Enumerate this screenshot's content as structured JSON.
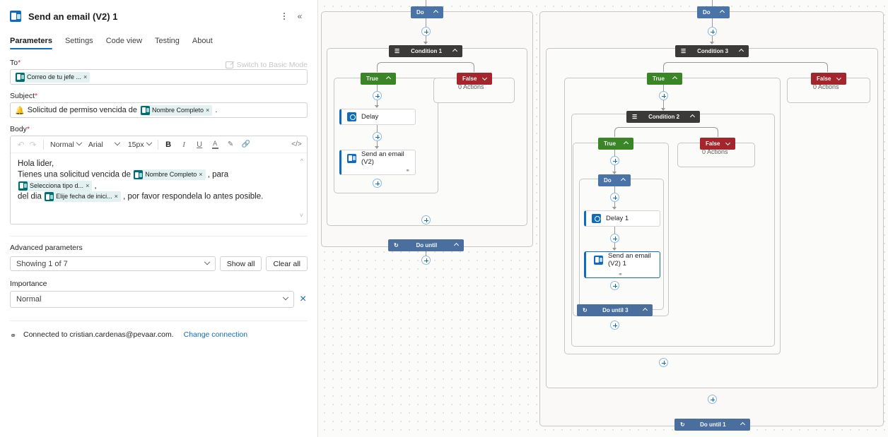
{
  "panel": {
    "icon": "outlook-icon",
    "title": "Send an email (V2) 1",
    "more_menu": "more-options",
    "collapse": "collapse-panel",
    "tabs": [
      {
        "label": "Parameters",
        "active": true
      },
      {
        "label": "Settings",
        "active": false
      },
      {
        "label": "Code view",
        "active": false
      },
      {
        "label": "Testing",
        "active": false
      },
      {
        "label": "About",
        "active": false
      }
    ],
    "switch_mode": "Switch to Basic Mode",
    "fields": {
      "to": {
        "label": "To",
        "required": "*",
        "token": "Correo de tu jefe ...",
        "token_remove": "×"
      },
      "subject": {
        "label": "Subject",
        "required": "*",
        "emoji": "🔔",
        "text_before": "Solicitud de permiso vencida de",
        "token": "Nombre Completo",
        "token_remove": "×",
        "text_after": "."
      },
      "body": {
        "label": "Body",
        "required": "*",
        "toolbar": {
          "undo": "undo-icon",
          "redo": "redo-icon",
          "style": "Normal",
          "font": "Arial",
          "size": "15px",
          "bold": "B",
          "italic": "I",
          "underline": "U",
          "font_color": "A",
          "highlight": "highlight-icon",
          "link": "link-icon",
          "code": "</>"
        },
        "line1": "Hola lider,",
        "line2_a": "Tienes una solicitud vencida de",
        "line2_tok1": "Nombre Completo",
        "line2_b": ", para",
        "line2_tok2": "Selecciona tipo d...",
        "line2_c": ",",
        "line3_a": "del dia",
        "line3_tok": "Elije fecha de inici...",
        "line3_b": ", por favor respondela lo antes posible.",
        "token_remove": "×"
      },
      "advanced": {
        "label": "Advanced parameters",
        "value": "Showing 1 of 7",
        "show_all": "Show all",
        "clear_all": "Clear all"
      },
      "importance": {
        "label": "Importance",
        "value": "Normal",
        "clear": "×"
      }
    },
    "connection": {
      "icon": "plug-icon",
      "text": "Connected to cristian.cardenas@pevaar.com.",
      "link": "Change connection"
    }
  },
  "canvas": {
    "left_flow": {
      "do": "Do",
      "condition": "Condition 1",
      "true": "True",
      "false": "False",
      "false_actions": "0 Actions",
      "delay": "Delay",
      "email": "Send an email (V2)",
      "do_until": "Do until"
    },
    "right_flow": {
      "do": "Do",
      "condition3": "Condition 3",
      "true3": "True",
      "false3": "False",
      "false3_actions": "0 Actions",
      "condition2": "Condition 2",
      "true2": "True",
      "false2": "False",
      "false2_actions": "0 Actions",
      "do_inner": "Do",
      "delay1": "Delay 1",
      "email1": "Send an email (V2) 1",
      "do_until3": "Do until 3",
      "do_until1": "Do until 1"
    }
  },
  "colors": {
    "accent": "#0f6cbd",
    "true": "#3a8526",
    "false": "#a4262c",
    "condition": "#3b3a39",
    "do": "#4a74a8",
    "token_bg": "#e3f2f1",
    "token_icon": "#036c70"
  }
}
